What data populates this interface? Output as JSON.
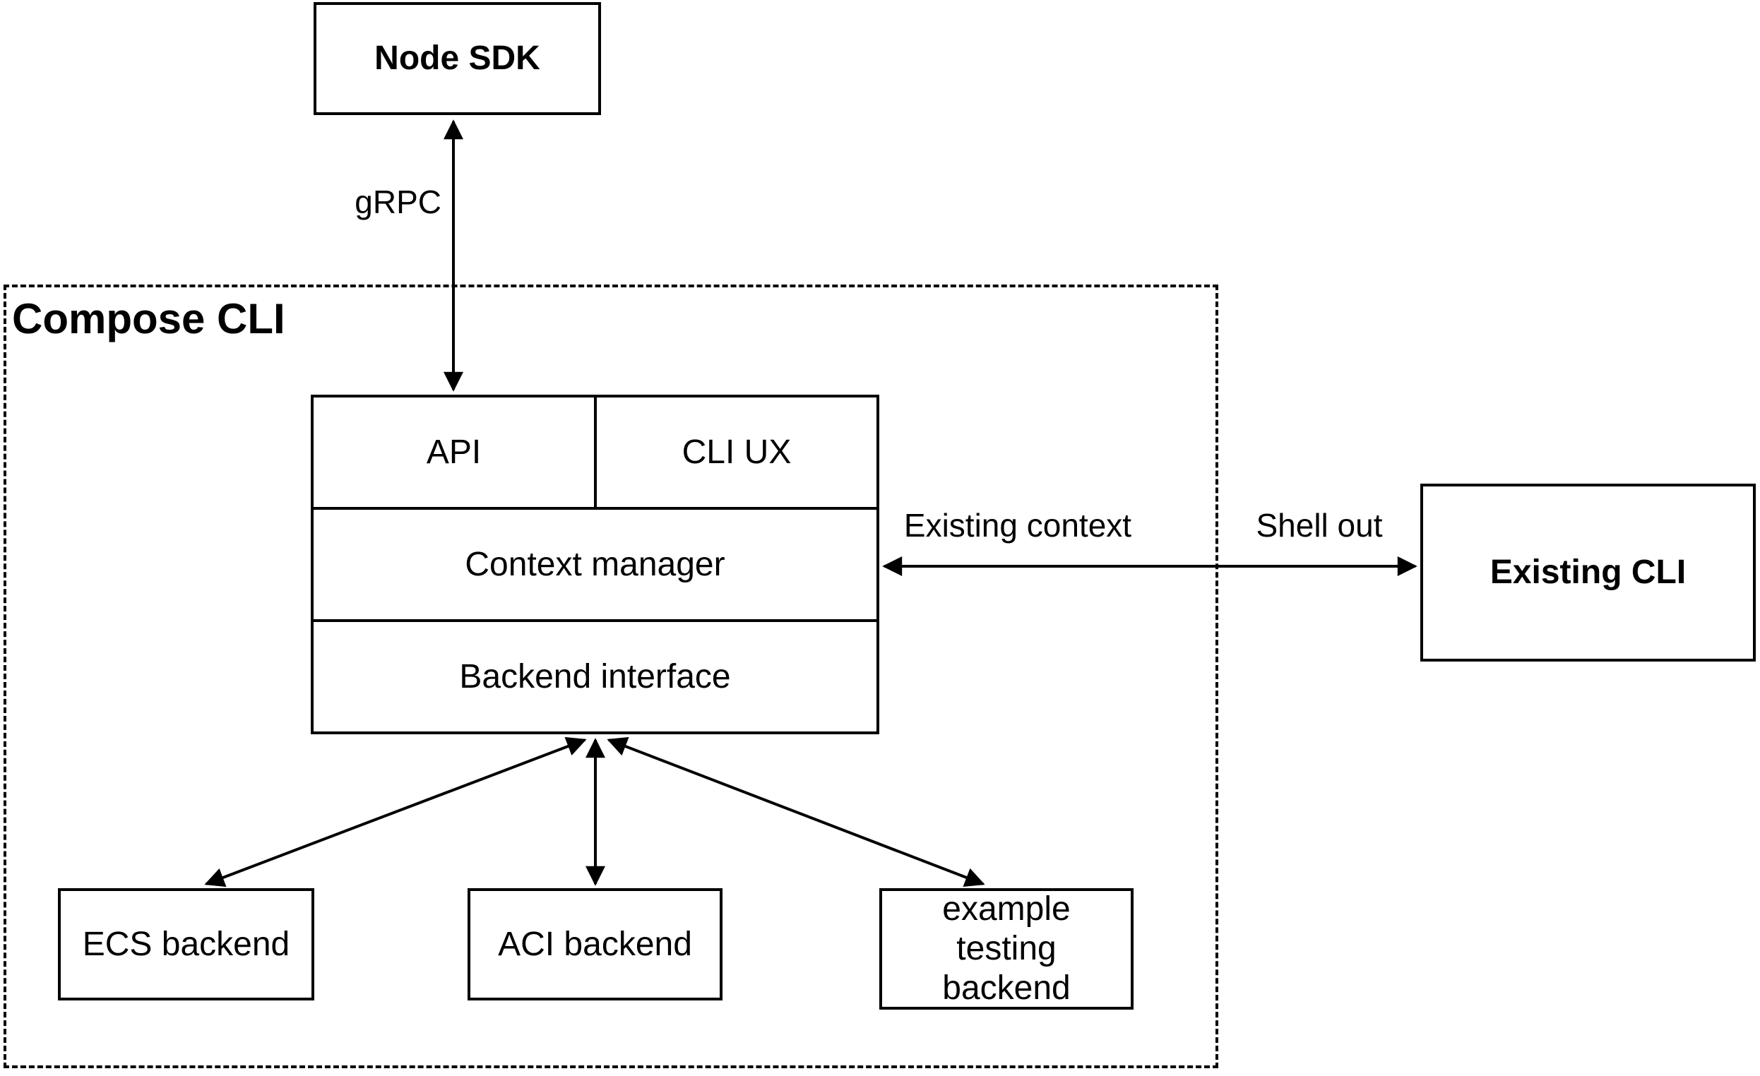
{
  "diagram": {
    "container": {
      "label": "Compose CLI"
    },
    "nodes": {
      "node_sdk": "Node SDK",
      "api": "API",
      "cli_ux": "CLI UX",
      "context_manager": "Context manager",
      "backend_interface": "Backend interface",
      "existing_cli": "Existing CLI",
      "ecs_backend": "ECS backend",
      "aci_backend": "ACI backend",
      "example_backend": "example testing backend"
    },
    "edges": {
      "grpc_label": "gRPC",
      "existing_context_label": "Existing context",
      "shell_out_label": "Shell out"
    },
    "colors": {
      "stroke": "#000000",
      "background": "#ffffff"
    }
  }
}
